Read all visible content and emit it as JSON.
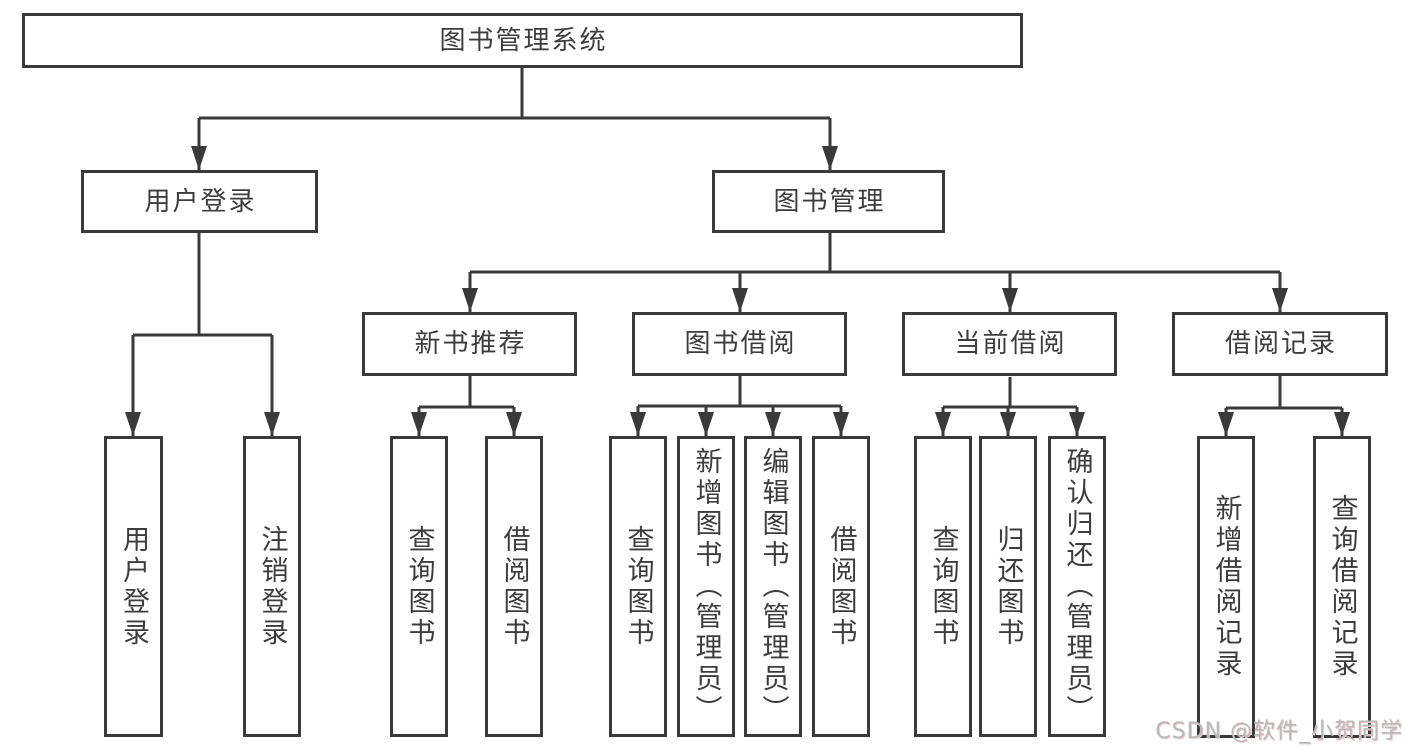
{
  "tree": {
    "root": {
      "label": "图书管理系统",
      "children": [
        {
          "label": "用户登录",
          "children": [
            {
              "label": "用户登录"
            },
            {
              "label": "注销登录"
            }
          ]
        },
        {
          "label": "图书管理",
          "children": [
            {
              "label": "新书推荐",
              "children": [
                {
                  "label": "查询图书"
                },
                {
                  "label": "借阅图书"
                }
              ]
            },
            {
              "label": "图书借阅",
              "children": [
                {
                  "label": "查询图书"
                },
                {
                  "label": "新增图书（管理员）"
                },
                {
                  "label": "编辑图书（管理员）"
                },
                {
                  "label": "借阅图书"
                }
              ]
            },
            {
              "label": "当前借阅",
              "children": [
                {
                  "label": "查询图书"
                },
                {
                  "label": "归还图书"
                },
                {
                  "label": "确认归还（管理员）"
                }
              ]
            },
            {
              "label": "借阅记录",
              "children": [
                {
                  "label": "新增借阅记录"
                },
                {
                  "label": "查询借阅记录"
                }
              ]
            }
          ]
        }
      ]
    }
  },
  "watermark": {
    "text": "CSDN @软件_小贺同学"
  },
  "colors": {
    "line": "#3a3a3a",
    "box_border": "#3a3a3a",
    "text": "#3d3d3d",
    "background": "#ffffff",
    "watermark_text": "#b9b9b9",
    "watermark_shadow": "#ecc6c6"
  }
}
